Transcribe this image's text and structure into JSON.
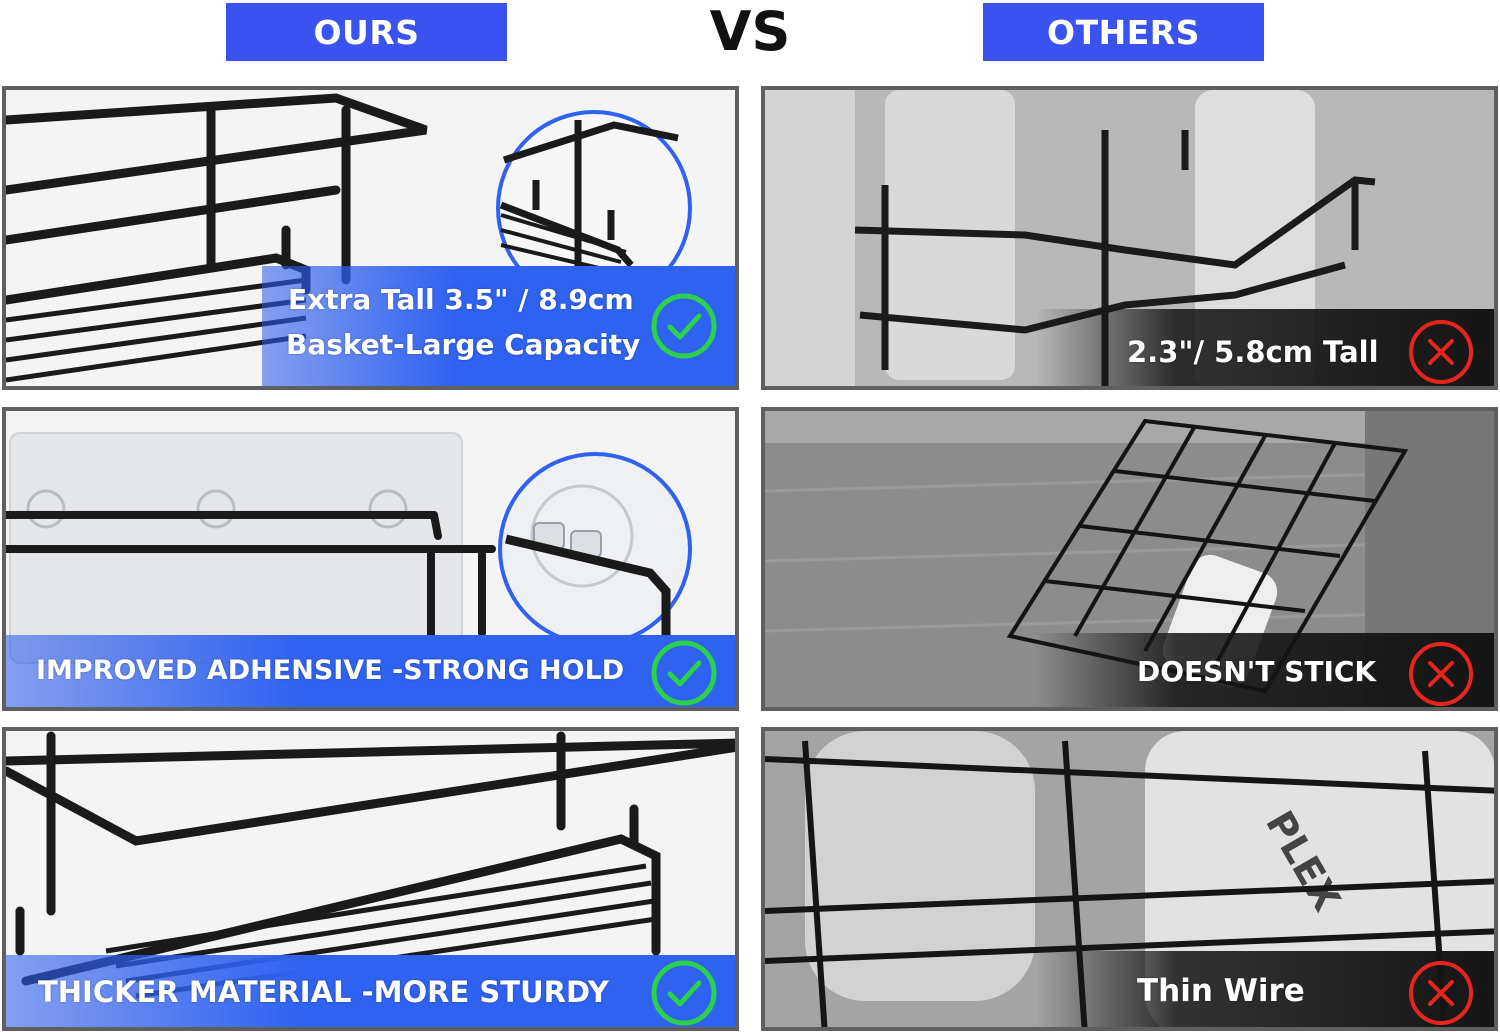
{
  "header": {
    "ours_label": "OURS",
    "vs_label": "VS",
    "others_label": "OTHERS"
  },
  "ours": {
    "panel1": {
      "line1": "Extra Tall 3.5\" / 8.9cm",
      "line2": "Basket-Large Capacity"
    },
    "panel2": {
      "text": "IMPROVED ADHENSIVE  -STRONG HOLD"
    },
    "panel3": {
      "text": "THICKER MATERIAL -MORE STURDY"
    }
  },
  "others": {
    "panel1": {
      "text": "2.3\"/ 5.8cm Tall"
    },
    "panel2": {
      "text": "DOESN'T STICK"
    },
    "panel3": {
      "text": "Thin Wire"
    }
  },
  "photo_text": {
    "bottle_brand": "PLEX"
  },
  "colors": {
    "tag_blue": "#3a52ef",
    "banner_blue": "#2f62f0",
    "check_green": "#2bd14a",
    "cross_red": "#e8251c",
    "frame_gray": "#5f5f5f"
  },
  "icons": {
    "ours": "check-circle-icon",
    "others": "x-circle-icon"
  }
}
